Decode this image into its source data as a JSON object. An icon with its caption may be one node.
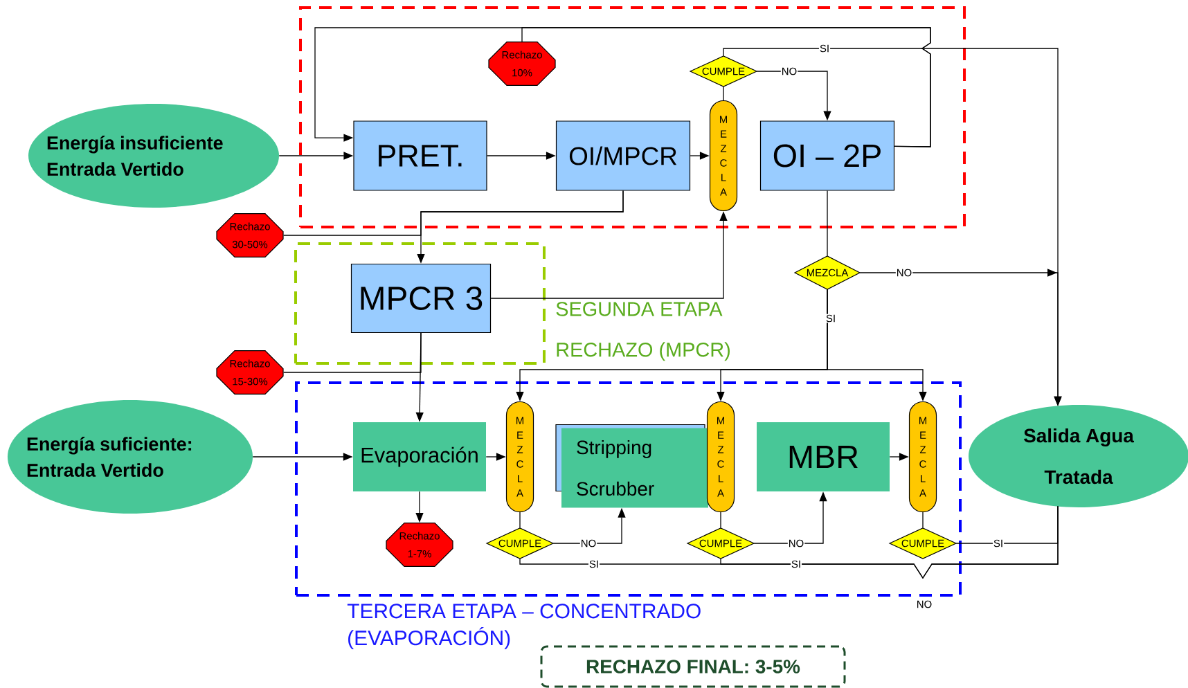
{
  "diagram": {
    "nodes": [
      {
        "text": [
          "Energía insuficiente Entrada Vertido"
        ]
      },
      {
        "text": [],
        "shape": "box"
      },
      {
        "text": [
          "Rechazo 10%"
        ],
        "in": 1
      },
      {
        "text": [
          "PRET."
        ],
        "in": 1
      },
      {
        "text": [
          "OI/MPCR"
        ],
        "in": 1
      },
      {
        "text": [
          "CUMPLE"
        ],
        "in": 1
      },
      {
        "text": [
          "M E Z C L A"
        ],
        "in": 1
      },
      {
        "text": [
          "OI – 2P"
        ],
        "in": 1
      },
      {
        "text": [
          "Rechazo 30-50%"
        ]
      },
      {
        "text": [
          "SEGUNDA ETAPA RECHAZO (MPCR)"
        ]
      },
      {
        "text": [
          "MPCR 3"
        ],
        "in": 9
      },
      {
        "text": [
          "MEZCLA"
        ]
      },
      {
        "text": [
          "Rechazo 15-30%"
        ]
      },
      {
        "text": [
          "Energía suficiente: Entrada Vertido"
        ]
      },
      {
        "text": [
          "TERCERA ETAPA – CONCENTRADO (EVAPORACIÓN)"
        ]
      },
      {
        "text": [
          "Evaporación"
        ],
        "in": 14
      },
      {
        "text": [
          "M E Z C L A"
        ],
        "in": 14
      },
      {
        "text": [
          "Stripping Scrubber"
        ],
        "in": 14
      },
      {
        "text": [
          "M E Z C L A"
        ],
        "in": 14
      },
      {
        "text": [
          "MBR"
        ],
        "in": 14
      },
      {
        "text": [
          "M E Z C L A"
        ],
        "in": 14
      },
      {
        "text": [
          "Salida Agua Tratada"
        ]
      },
      {
        "text": [
          "Rechazo 1-7%"
        ],
        "in": 14
      },
      {
        "text": [
          "CUMPLE"
        ],
        "in": 14
      },
      {
        "text": [
          "CUMPLE"
        ],
        "in": 14
      },
      {
        "text": [
          "CUMPLE"
        ],
        "in": 14
      },
      {
        "text": [
          "RECHAZO FINAL: 3-5%"
        ]
      }
    ],
    "edges": [
      {
        "from": 0,
        "to": 3,
        "arrow": "to"
      },
      {
        "from": 3,
        "to": 4,
        "arrow": "to"
      },
      {
        "from": 4,
        "to": 6,
        "arrow": "to"
      },
      {
        "from": 6,
        "to": 5,
        "arrow": "none"
      },
      {
        "from": 5,
        "to": 7,
        "arrow": "to",
        "label": "NO"
      },
      {
        "from": 5,
        "to": 21,
        "arrow": "to",
        "label": "SI"
      },
      {
        "from": 7,
        "to": 3,
        "arrow": "to"
      },
      {
        "from": 7,
        "to": 2,
        "arrow": "none"
      },
      {
        "from": 4,
        "to": 10,
        "arrow": "to"
      },
      {
        "from": 4,
        "to": 8,
        "arrow": "none"
      },
      {
        "from": 10,
        "to": 6,
        "arrow": "to"
      },
      {
        "from": 10,
        "to": 15,
        "arrow": "to"
      },
      {
        "from": 10,
        "to": 12,
        "arrow": "none"
      },
      {
        "from": 7,
        "to": 11,
        "arrow": "none"
      },
      {
        "from": 11,
        "to": 21,
        "arrow": "to",
        "label": "NO"
      },
      {
        "from": 11,
        "to": 16,
        "arrow": "to",
        "label": "SI"
      },
      {
        "from": 11,
        "to": 18,
        "arrow": "to"
      },
      {
        "from": 11,
        "to": 20,
        "arrow": "to"
      },
      {
        "from": 13,
        "to": 15,
        "arrow": "to"
      },
      {
        "from": 15,
        "to": 16,
        "arrow": "to"
      },
      {
        "from": 15,
        "to": 22,
        "arrow": "to"
      },
      {
        "from": 16,
        "to": 23,
        "arrow": "none"
      },
      {
        "from": 23,
        "to": 17,
        "arrow": "to",
        "label": "NO"
      },
      {
        "from": 18,
        "to": 24,
        "arrow": "none"
      },
      {
        "from": 24,
        "to": 19,
        "arrow": "to",
        "label": "NO"
      },
      {
        "from": 19,
        "to": 20,
        "arrow": "to"
      },
      {
        "from": 20,
        "to": 25,
        "arrow": "none"
      },
      {
        "from": 25,
        "to": 21,
        "arrow": "none",
        "label": "SI"
      },
      {
        "from": 23,
        "to": 21,
        "arrow": "none",
        "label": "SI"
      },
      {
        "from": 24,
        "to": 21,
        "arrow": "none",
        "label": "SI"
      }
    ],
    "labels": [
      "NO"
    ]
  }
}
